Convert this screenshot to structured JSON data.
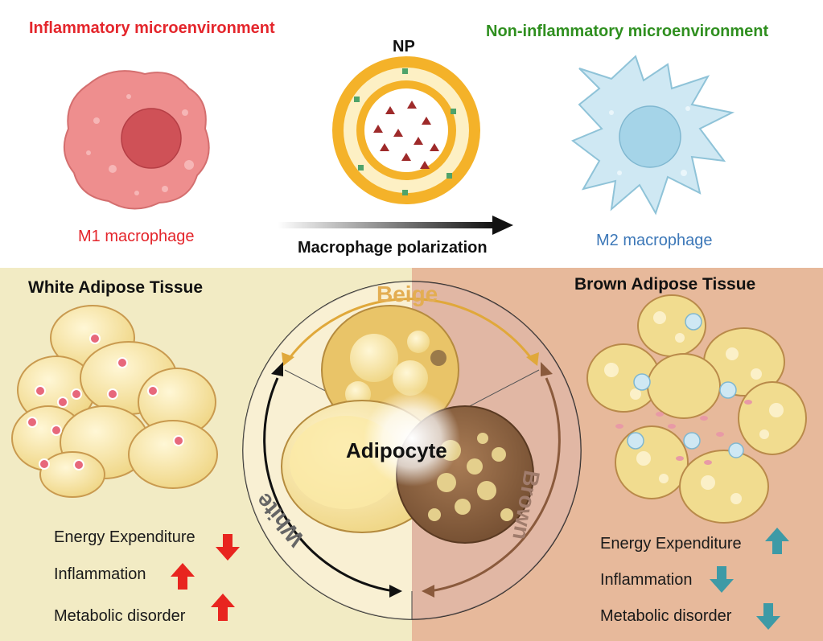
{
  "top": {
    "inflammatory_title": "Inflammatory microenvironment",
    "non_inflammatory_title": "Non-inflammatory microenvironment",
    "np_label": "NP",
    "m1_label": "M1 macrophage",
    "m2_label": "M2 macrophage",
    "polarization_label": "Macrophage polarization"
  },
  "white_tissue": {
    "title": "White Adipose Tissue",
    "stats": [
      {
        "label": "Energy Expenditure",
        "direction": "down"
      },
      {
        "label": "Inflammation",
        "direction": "up"
      },
      {
        "label": "Metabolic disorder",
        "direction": "up"
      }
    ],
    "arrow_color": "#e8251f"
  },
  "brown_tissue": {
    "title": "Brown Adipose Tissue",
    "stats": [
      {
        "label": "Energy Expenditure",
        "direction": "up"
      },
      {
        "label": "Inflammation",
        "direction": "down"
      },
      {
        "label": "Metabolic disorder",
        "direction": "down"
      }
    ],
    "arrow_color": "#3d9aa6"
  },
  "center": {
    "adipocyte_label": "Adipocyte",
    "beige_label": "Beige",
    "white_label": "White",
    "brown_label": "Brown"
  },
  "colors": {
    "m1_fill": "#ee8e8e",
    "m2_fill": "#cfe8f3",
    "white_bg": "#f2ebc4",
    "brown_bg": "#e7b99b",
    "beige_arrow": "#e0a83a",
    "brown_arrow": "#8a5a3c"
  }
}
